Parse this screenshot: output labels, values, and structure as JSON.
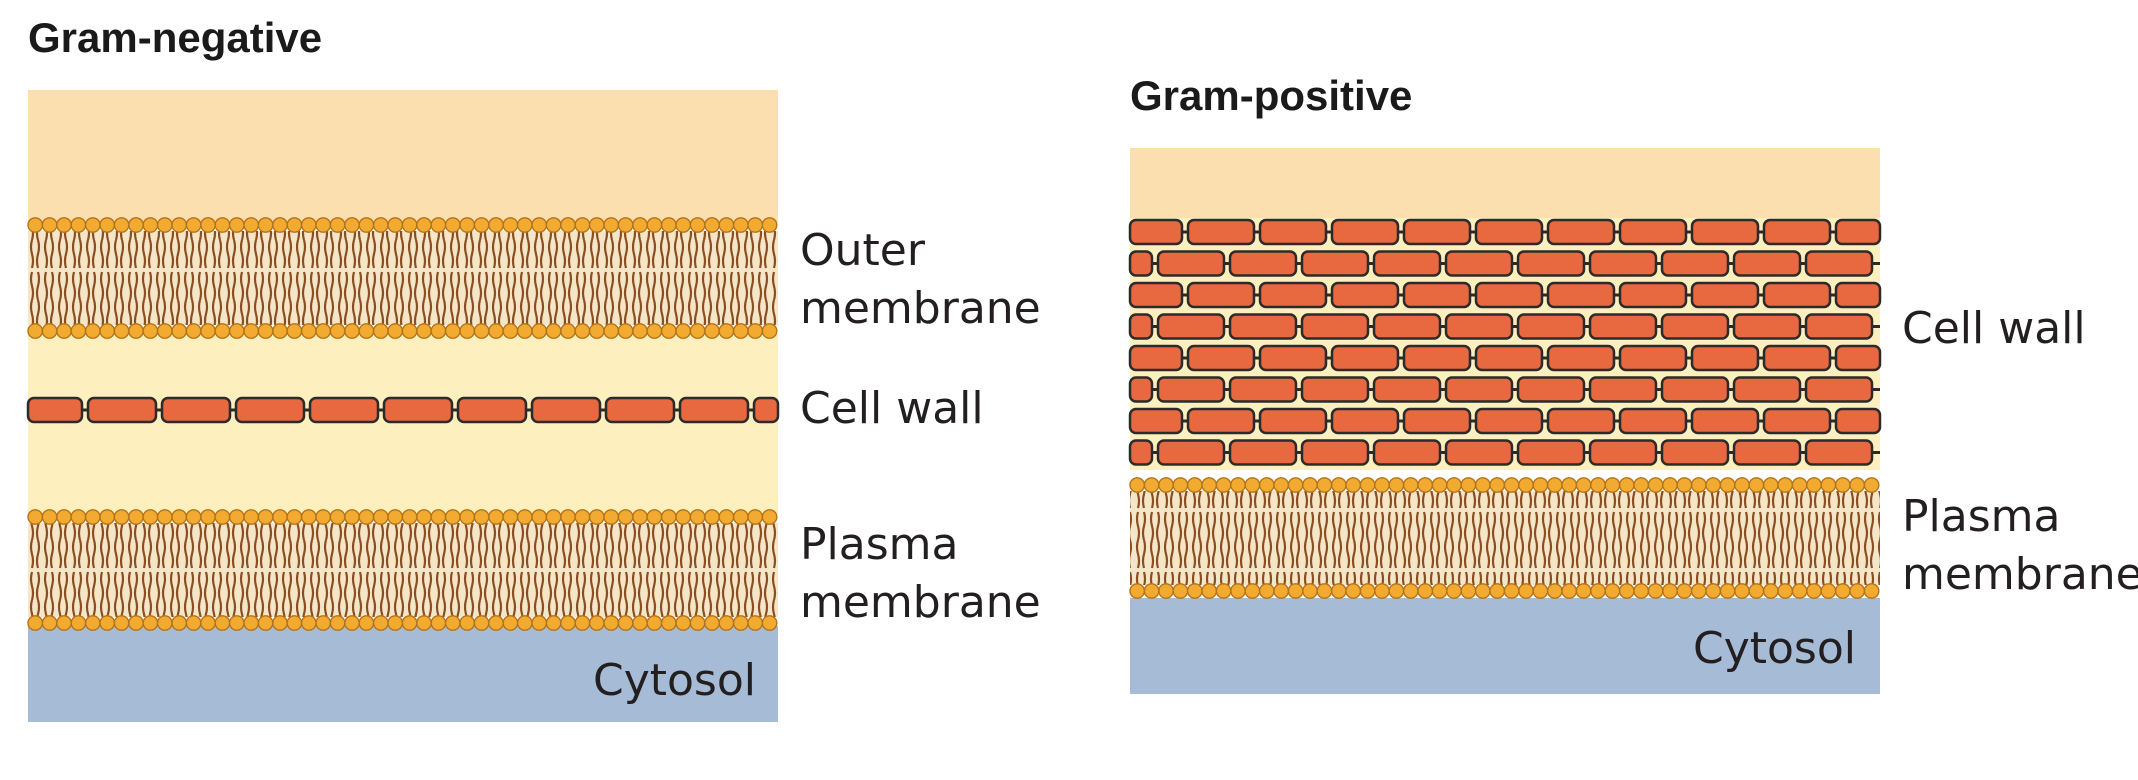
{
  "colors": {
    "extracellular": "#fbdfae",
    "periplasm": "#fdf0be",
    "cytosol": "#a6bbd6",
    "head": "#f2ab30",
    "tail": "#9a5a2a",
    "brick": "#e8683f",
    "outline": "#2b2b2b"
  },
  "gram_negative": {
    "title": "Gram-negative",
    "outer_membrane_label_line1": "Outer",
    "outer_membrane_label_line2": "membrane",
    "cell_wall_label": "Cell wall",
    "plasma_membrane_label_line1": "Plasma",
    "plasma_membrane_label_line2": "membrane",
    "cytosol_label": "Cytosol"
  },
  "gram_positive": {
    "title": "Gram-positive",
    "cell_wall_label": "Cell wall",
    "plasma_membrane_label_line1": "Plasma",
    "plasma_membrane_label_line2": "membrane",
    "cytosol_label": "Cytosol"
  }
}
